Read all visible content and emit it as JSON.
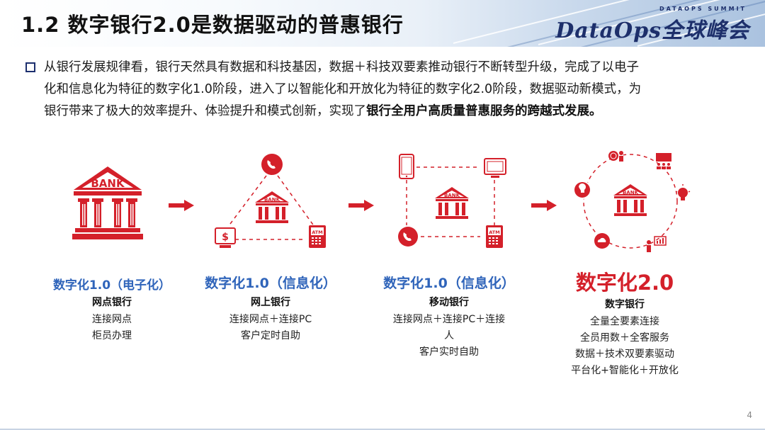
{
  "header": {
    "title": "1.2  数字银行2.0是数据驱动的普惠银行",
    "logo_small": "DATAOPS  SUMMIT",
    "logo_main": "DataOps全球峰会"
  },
  "intro": {
    "text_line1": "从银行发展规律看，银行天然具有数据和科技基因，数据＋科技双要素推动银行不断转型升级，完成了以电子",
    "text_line2": "化和信息化为特征的数字化1.0阶段，进入了以智能化和开放化为特征的数字化2.0阶段，数据驱动新模式，为",
    "text_line3": "银行带来了极大的效率提升、体验提升和模式创新，实现了",
    "text_bold": "银行全用户高质量普惠服务的跨越式发展。"
  },
  "stages": [
    {
      "title": "数字化1.0（电子化）",
      "subtitle": "网点银行",
      "lines": [
        "连接网点",
        "柜员办理"
      ],
      "bank_label": "BANK"
    },
    {
      "title": "数字化1.0（信息化）",
      "subtitle": "网上银行",
      "lines": [
        "连接网点＋连接PC",
        "客户定时自助"
      ],
      "bank_label": "BANK",
      "atm_label": "ATM",
      "dollar_label": "$"
    },
    {
      "title": "数字化1.0（信息化）",
      "subtitle": "移动银行",
      "lines": [
        "连接网点＋连接PC＋连接",
        "人",
        "客户实时自助"
      ],
      "bank_label": "BANK",
      "atm_label": "ATM"
    },
    {
      "title": "数字化2.0",
      "subtitle": "数字银行",
      "lines": [
        "全量全要素连接",
        "全员用数＋全客服务",
        "数据＋技术双要素驱动",
        "平台化+智能化＋开放化"
      ],
      "bank_label": "BANK"
    }
  ],
  "page_number": "4",
  "colors": {
    "accent_red": "#d4202a",
    "stage_blue": "#2f64ba",
    "navy": "#1c2f6e"
  }
}
